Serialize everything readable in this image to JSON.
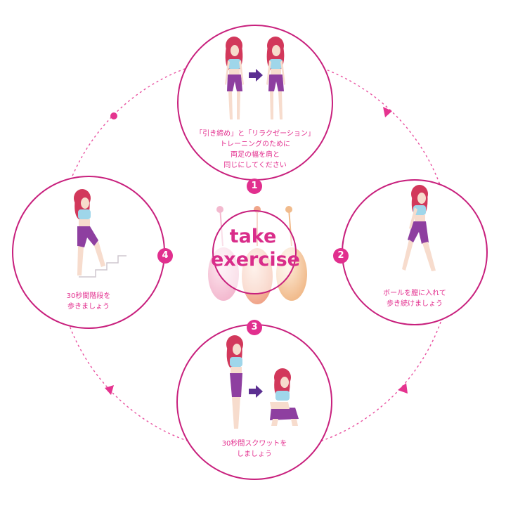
{
  "center": {
    "line1": "take",
    "line2": "exercise"
  },
  "steps": [
    {
      "number": "1",
      "caption": [
        "「引き締め」と「リラクゼーション」",
        "トレーニングのために",
        "両足の幅を肩と",
        "同じにしてください"
      ]
    },
    {
      "number": "2",
      "caption": [
        "ボールを膣に入れて",
        "歩き続けましょう"
      ]
    },
    {
      "number": "3",
      "caption": [
        "30秒間スクワットを",
        "しましょう"
      ]
    },
    {
      "number": "4",
      "caption": [
        "30秒間階段を",
        "歩きましょう"
      ]
    }
  ],
  "colors": {
    "accent": "#e12f8e",
    "ring": "#c8207d",
    "dotted": "#e5338f",
    "arrow": "#5b2f91",
    "shorts": "#8e3fa0",
    "top": "#9fd6ea"
  },
  "icons": [
    "right-arrow-icon",
    "triangle-arrow-icon",
    "dot-icon"
  ]
}
